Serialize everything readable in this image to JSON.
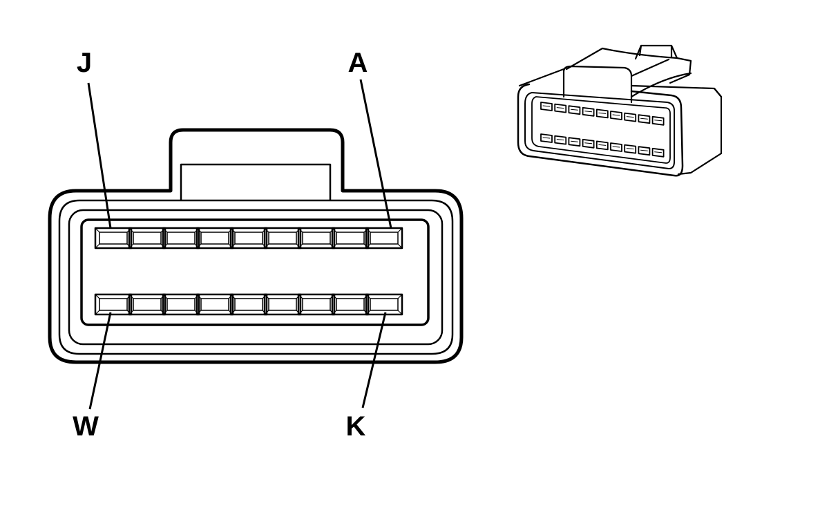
{
  "labels": {
    "top_left": "J",
    "top_right": "A",
    "bottom_left": "W",
    "bottom_right": "K"
  },
  "connector": {
    "rows": [
      {
        "name": "top",
        "pin_count": 9,
        "first_pin": "J",
        "last_pin": "A"
      },
      {
        "name": "bottom",
        "pin_count": 9,
        "first_pin": "W",
        "last_pin": "K"
      }
    ]
  },
  "colors": {
    "line": "#000000",
    "background": "#ffffff"
  }
}
